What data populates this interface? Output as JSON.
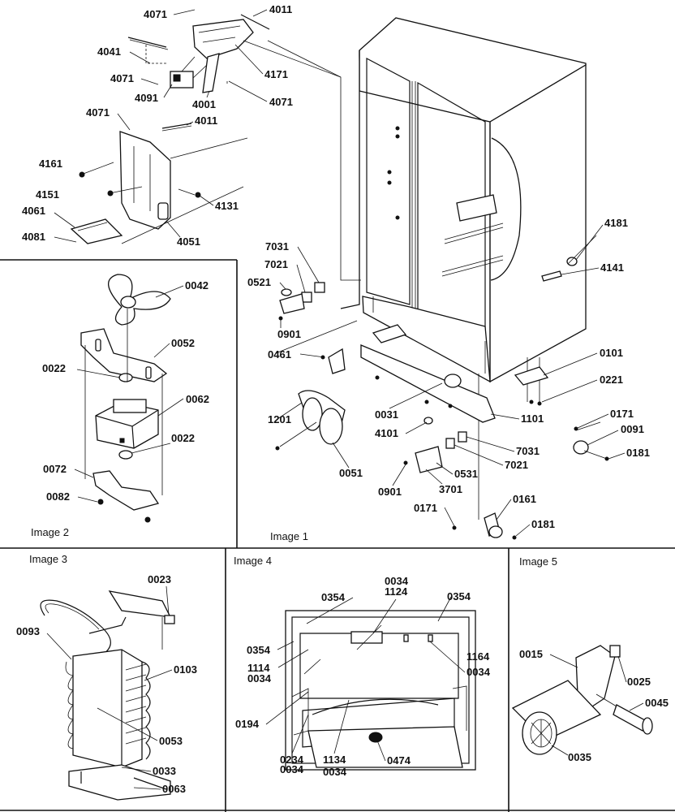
{
  "captions": {
    "image1": "Image 1",
    "image2": "Image 2",
    "image3": "Image 3",
    "image4": "Image 4",
    "image5": "Image 5"
  },
  "labels": {
    "l4071a": "4071",
    "l4011a": "4011",
    "l4041": "4041",
    "l4071b": "4071",
    "l4171": "4171",
    "l4091": "4091",
    "l4001": "4001",
    "l4071c": "4071",
    "l4071d": "4071",
    "l4011b": "4011",
    "l4161": "4161",
    "l4151": "4151",
    "l4131": "4131",
    "l4061": "4061",
    "l4081": "4081",
    "l4051": "4051",
    "l0042": "0042",
    "l0052": "0052",
    "l0022a": "0022",
    "l0062": "0062",
    "l0022b": "0022",
    "l0072": "0072",
    "l0082": "0082",
    "l4181": "4181",
    "l4141": "4141",
    "l7031a": "7031",
    "l7021a": "7021",
    "l0521": "0521",
    "l0901a": "0901",
    "l0461": "0461",
    "l0101": "0101",
    "l0221": "0221",
    "l1201": "1201",
    "l0031": "0031",
    "l1101": "1101",
    "l0171a": "0171",
    "l0091": "0091",
    "l0181a": "0181",
    "l4101": "4101",
    "l7031b": "7031",
    "l7021b": "7021",
    "l0051": "0051",
    "l0531": "0531",
    "l0901b": "0901",
    "l3701": "3701",
    "l0161": "0161",
    "l0171b": "0171",
    "l0181b": "0181",
    "l0023": "0023",
    "l0093": "0093",
    "l0103": "0103",
    "l0053": "0053",
    "l0033": "0033",
    "l0063": "0063",
    "l0034a": "0034",
    "l1124": "1124",
    "l0354a": "0354",
    "l0354b": "0354",
    "l0354c": "0354",
    "l1114": "1114",
    "l0034b": "0034",
    "l1164": "1164",
    "l0034c": "0034",
    "l0194": "0194",
    "l0234": "0234",
    "l0034d": "0034",
    "l1134": "1134",
    "l0034e": "0034",
    "l0474": "0474",
    "l0015": "0015",
    "l0025": "0025",
    "l0045": "0045",
    "l0035": "0035"
  }
}
